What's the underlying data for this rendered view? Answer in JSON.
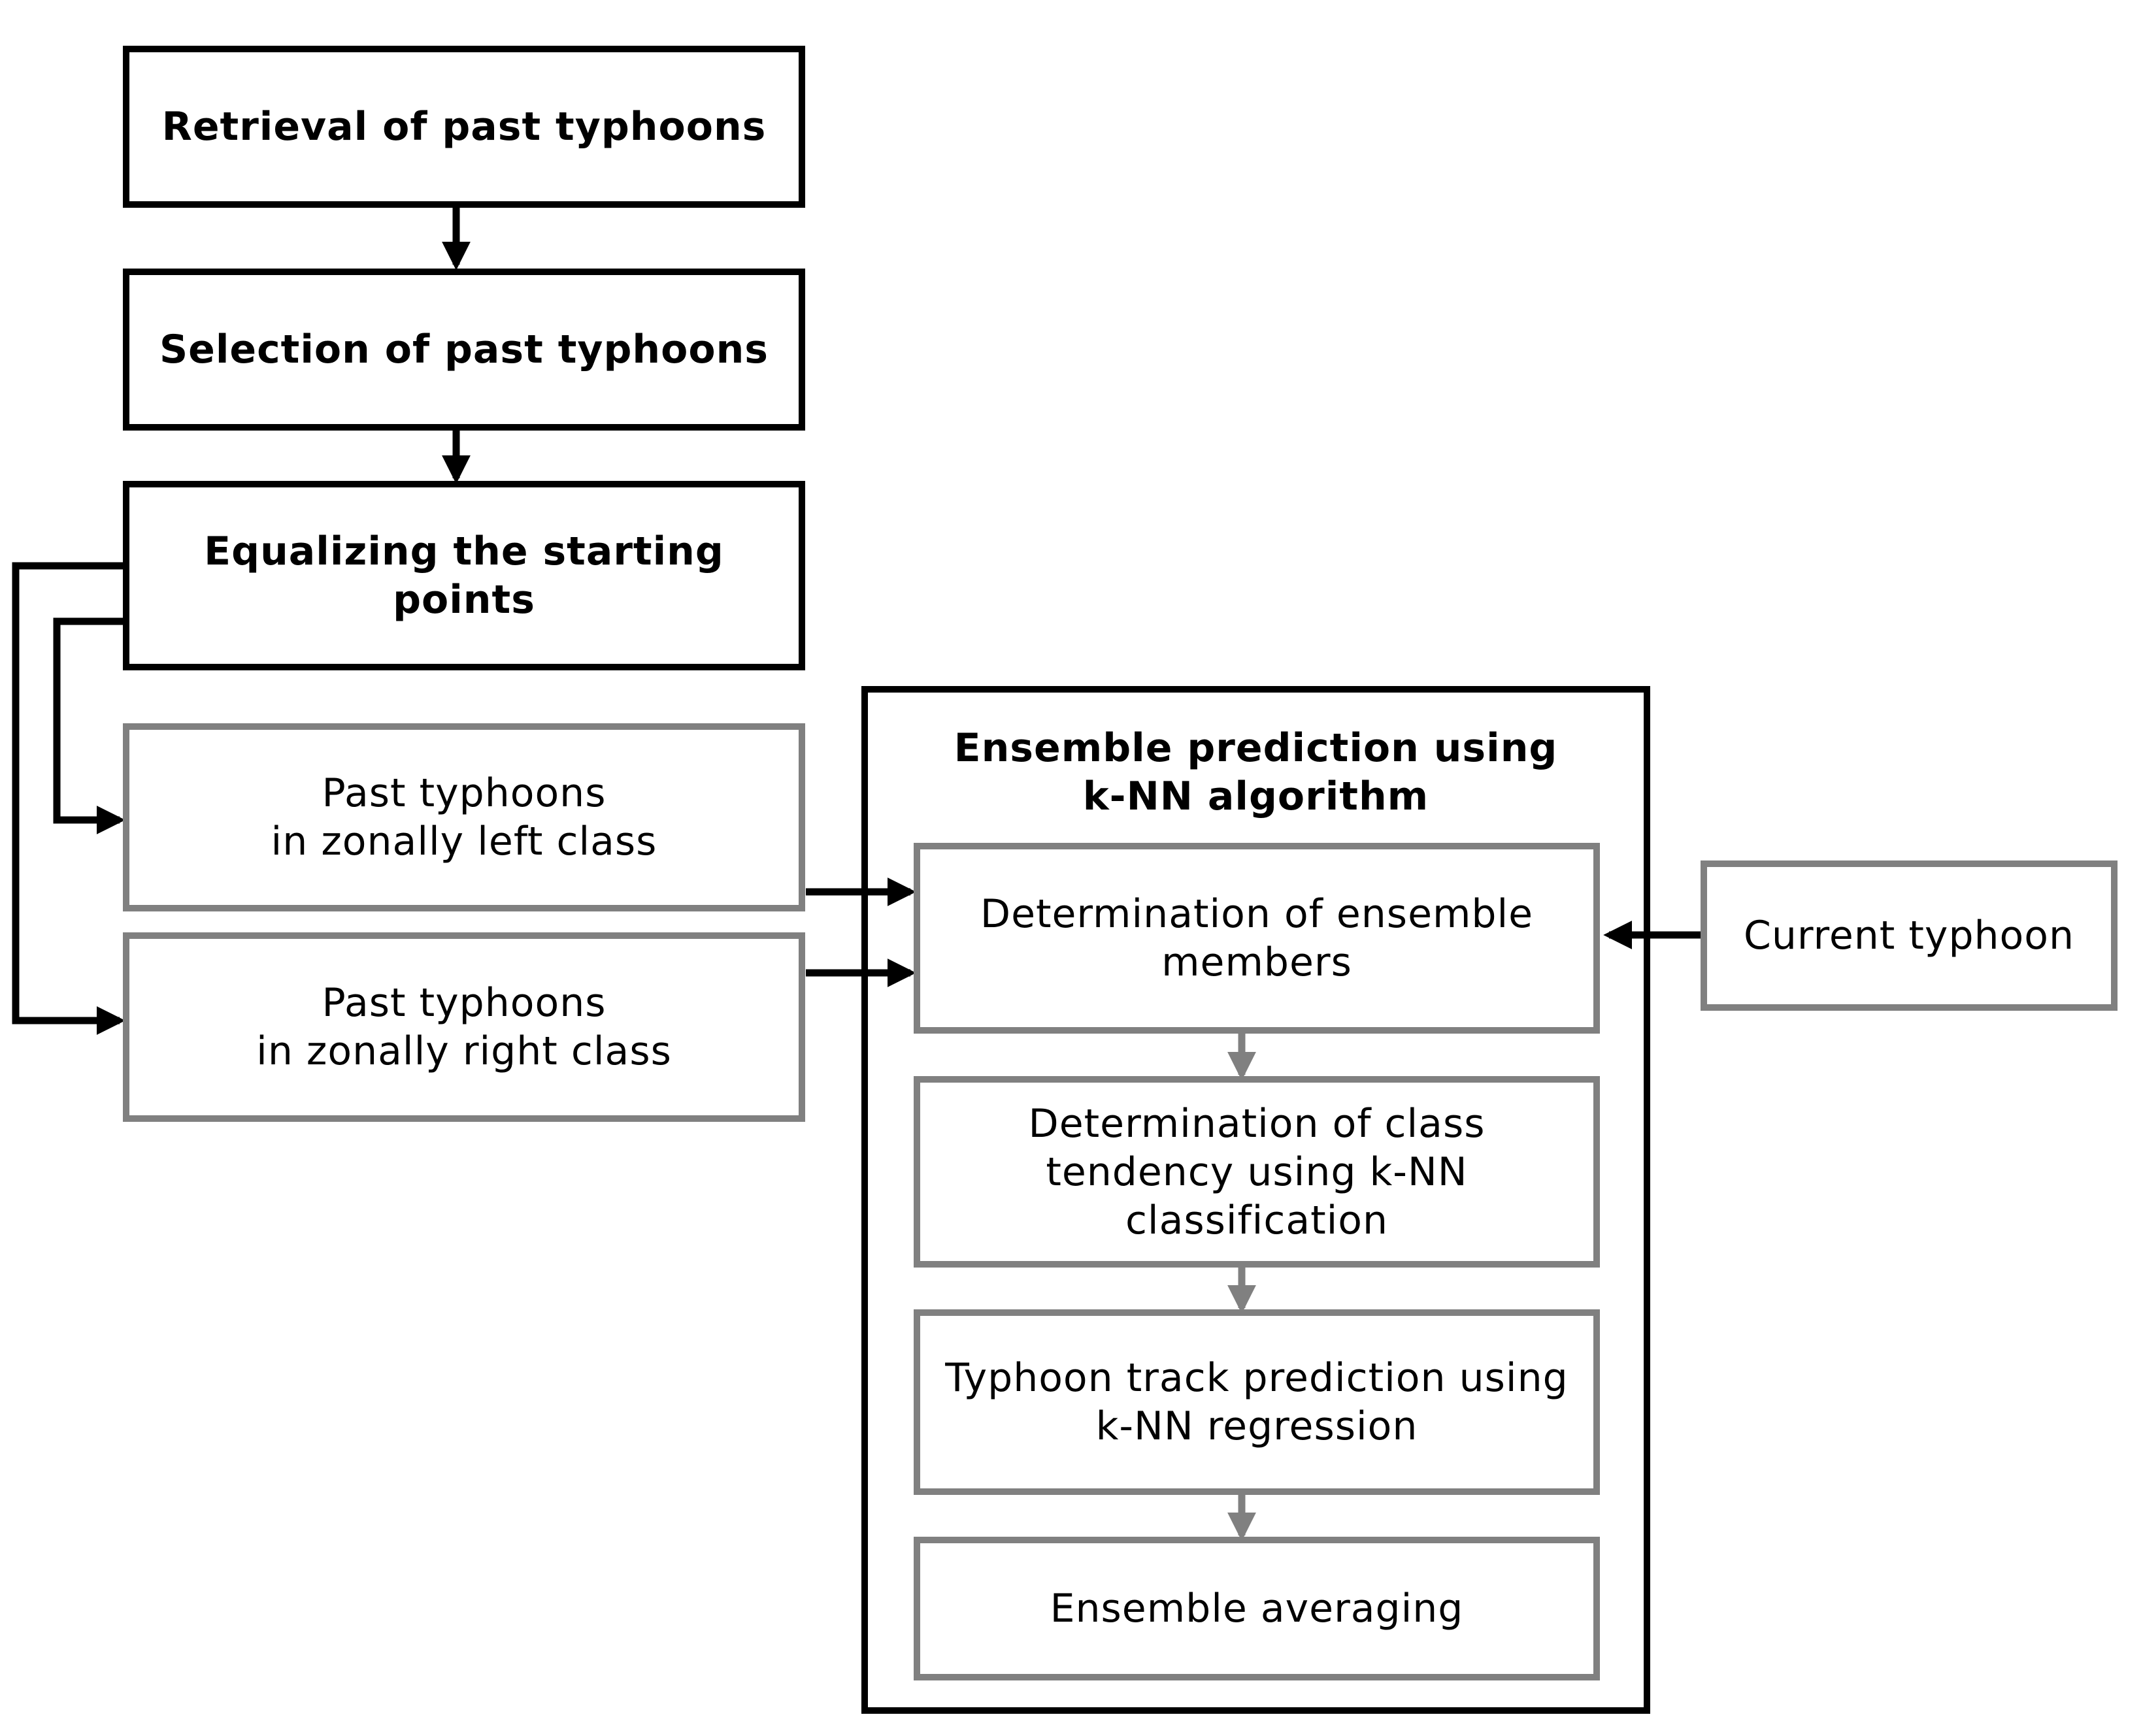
{
  "diagram": {
    "nodes": {
      "retrieval": "Retrieval of past typhoons",
      "selection": "Selection of past typhoons",
      "equalizing": "Equalizing the starting\npoints",
      "left_class": "Past typhoons\nin zonally left class",
      "right_class": "Past typhoons\nin zonally right class",
      "ensemble_title": "Ensemble prediction using\nk-NN algorithm",
      "members": "Determination of ensemble\nmembers",
      "class_tendency": "Determination of class\ntendency using k-NN\nclassification",
      "track_prediction": "Typhoon track prediction using\nk-NN regression",
      "averaging": "Ensemble averaging",
      "current": "Current typhoon"
    },
    "edges": [
      {
        "from": "retrieval",
        "to": "selection"
      },
      {
        "from": "selection",
        "to": "equalizing"
      },
      {
        "from": "equalizing",
        "to": "left_class"
      },
      {
        "from": "equalizing",
        "to": "right_class"
      },
      {
        "from": "left_class",
        "to": "members"
      },
      {
        "from": "right_class",
        "to": "members"
      },
      {
        "from": "current",
        "to": "members"
      },
      {
        "from": "members",
        "to": "class_tendency"
      },
      {
        "from": "class_tendency",
        "to": "track_prediction"
      },
      {
        "from": "track_prediction",
        "to": "averaging"
      }
    ],
    "colors": {
      "primary": "#000000",
      "secondary": "#808080"
    }
  }
}
